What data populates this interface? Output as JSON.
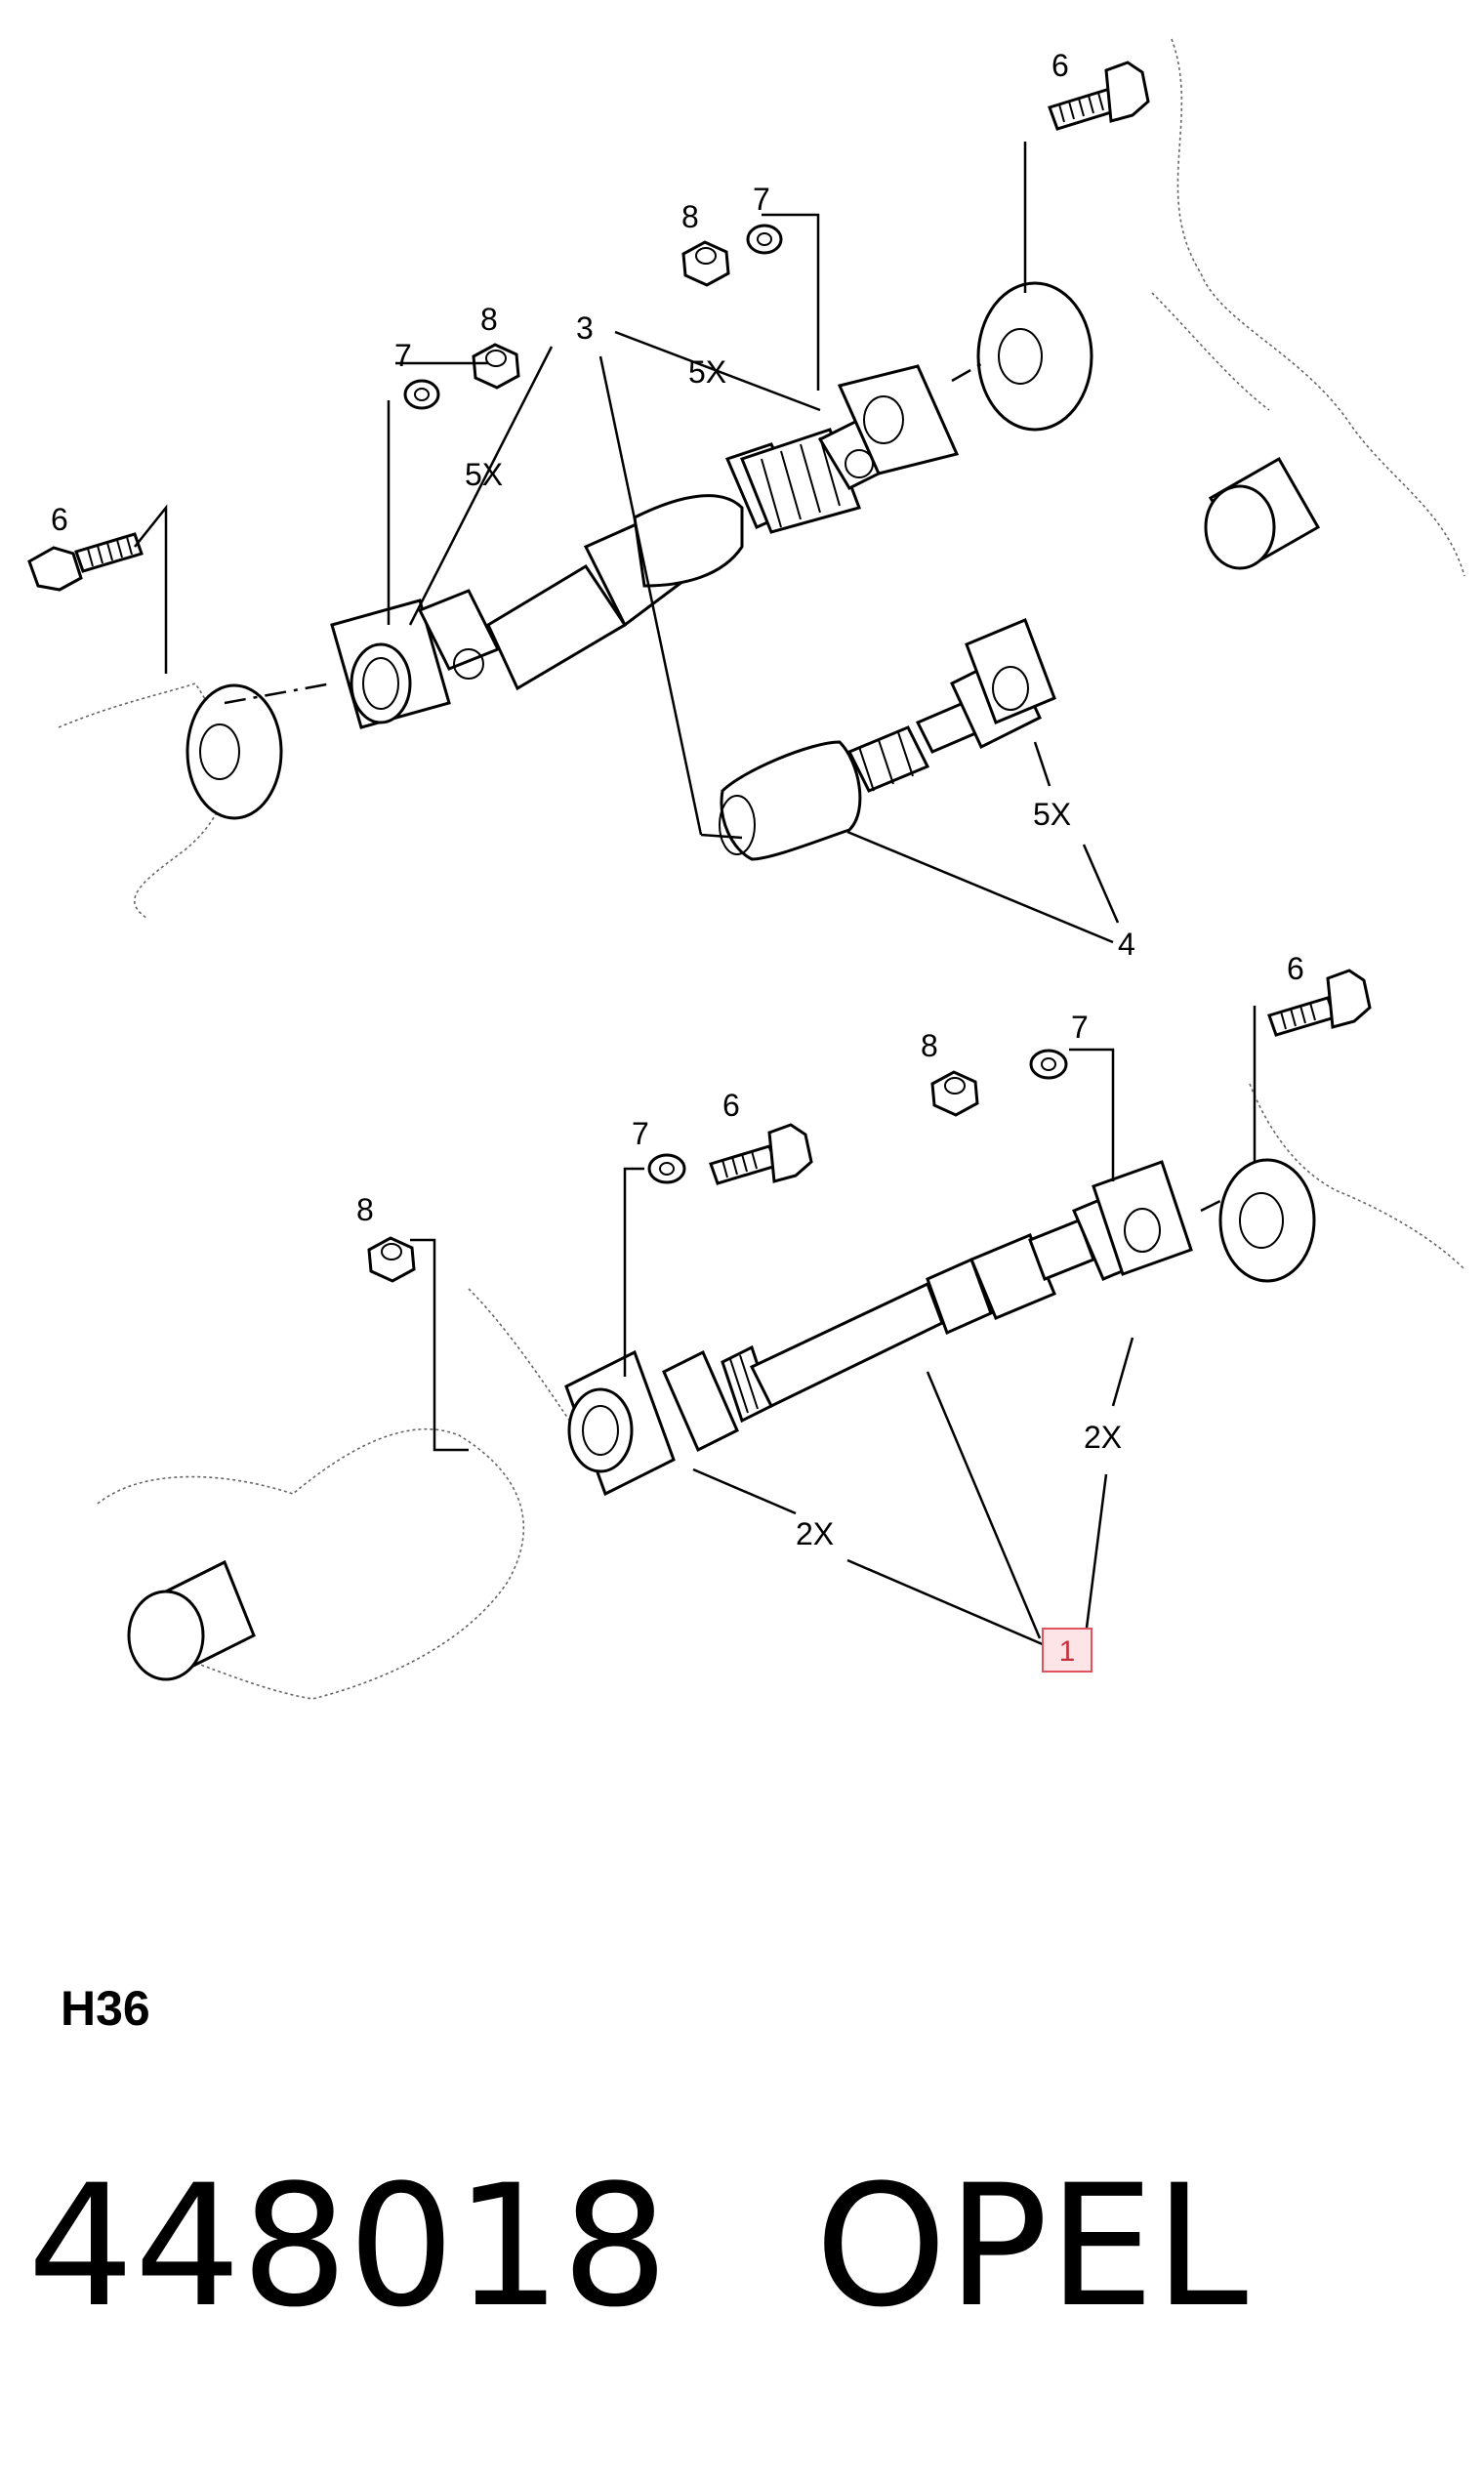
{
  "diagram": {
    "labels": {
      "bolt_upper_right": "6",
      "nut_upper_mid": "8",
      "washer_upper_mid": "7",
      "washer_upper_left": "7",
      "nut_upper_left": "8",
      "shaft_upper": "3",
      "qty_upper_right": "5X",
      "qty_upper_left": "5X",
      "bolt_upper_left": "6",
      "qty_lower_small": "5X",
      "shaft_small": "4",
      "bolt_lower_right": "6",
      "washer_lower_right": "7",
      "nut_lower_right": "8",
      "washer_lower_mid": "7",
      "bolt_lower_mid": "6",
      "nut_lower_left": "8",
      "qty_lower_right": "2X",
      "qty_lower_left": "2X",
      "hotspot_part": "1"
    },
    "colors": {
      "hotspot_fill": "#fde4e6",
      "hotspot_border": "#e0525e",
      "hotspot_text": "#c5303d",
      "line": "#000000"
    }
  },
  "variant_code": "H36",
  "part_number": "448018",
  "brand": "OPEL"
}
